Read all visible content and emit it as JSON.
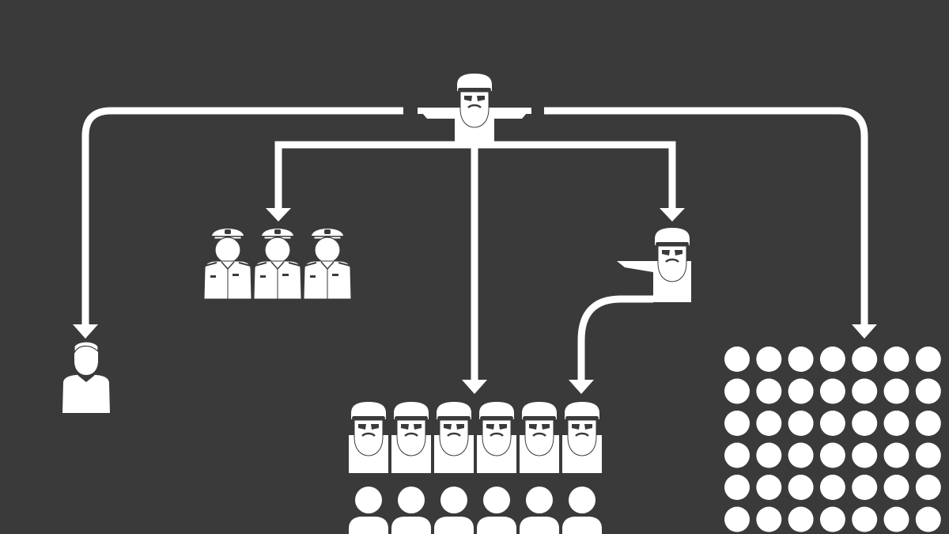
{
  "colors": {
    "background": "#3a3a3a",
    "foreground": "#ffffff",
    "face": "#3a3a3a"
  },
  "diagram": {
    "leader": {
      "icon": "bearded-man-pointing-both-ways-icon"
    },
    "civilian": {
      "icon": "man-in-shirt-icon"
    },
    "officers": {
      "icon": "military-officer-icon",
      "count": 3
    },
    "commander": {
      "icon": "bearded-man-pointing-icon"
    },
    "fighters": {
      "icon": "bearded-man-icon",
      "count": 6
    },
    "followers": {
      "icon": "person-silhouette-icon",
      "count": 6
    },
    "crowd": {
      "icon": "dot-icon",
      "rows": 6,
      "cols": 7
    }
  }
}
